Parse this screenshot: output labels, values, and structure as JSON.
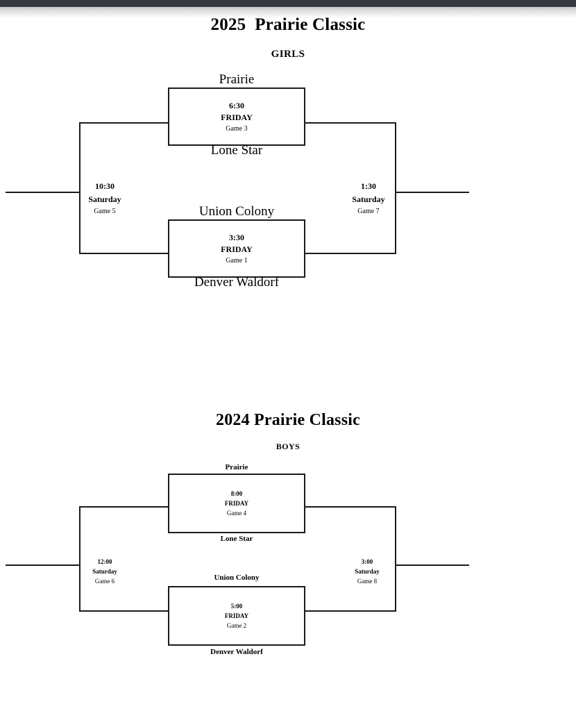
{
  "page": {
    "background_color": "#ffffff",
    "line_color": "#1a1a1a",
    "topbar_color": "#343a40"
  },
  "brackets": [
    {
      "title": "2025  Prairie Classic",
      "division": "GIRLS",
      "teams": {
        "top_upper": "Prairie",
        "top_lower": "Lone Star",
        "bottom_upper": "Union Colony",
        "bottom_lower": "Denver Waldorf"
      },
      "games": {
        "top": {
          "time": "6:30",
          "day": "FRIDAY",
          "number": "Game 3"
        },
        "bottom": {
          "time": "3:30",
          "day": "FRIDAY",
          "number": "Game 1"
        },
        "left": {
          "time": "10:30",
          "day": "Saturday",
          "number": "Game 5"
        },
        "right": {
          "time": "1:30",
          "day": "Saturday",
          "number": "Game 7"
        }
      }
    },
    {
      "title": "2024 Prairie Classic",
      "division": "BOYS",
      "teams": {
        "top_upper": "Prairie",
        "top_lower": "Lone Star",
        "bottom_upper": "Union Colony",
        "bottom_lower": "Denver Waldorf"
      },
      "games": {
        "top": {
          "time": "8:00",
          "day": "FRIDAY",
          "number": "Game 4"
        },
        "bottom": {
          "time": "5:00",
          "day": "FRIDAY",
          "number": "Game 2"
        },
        "left": {
          "time": "12:00",
          "day": "Saturday",
          "number": "Game 6"
        },
        "right": {
          "time": "3:00",
          "day": "Saturday",
          "number": "Game 8"
        }
      }
    }
  ]
}
